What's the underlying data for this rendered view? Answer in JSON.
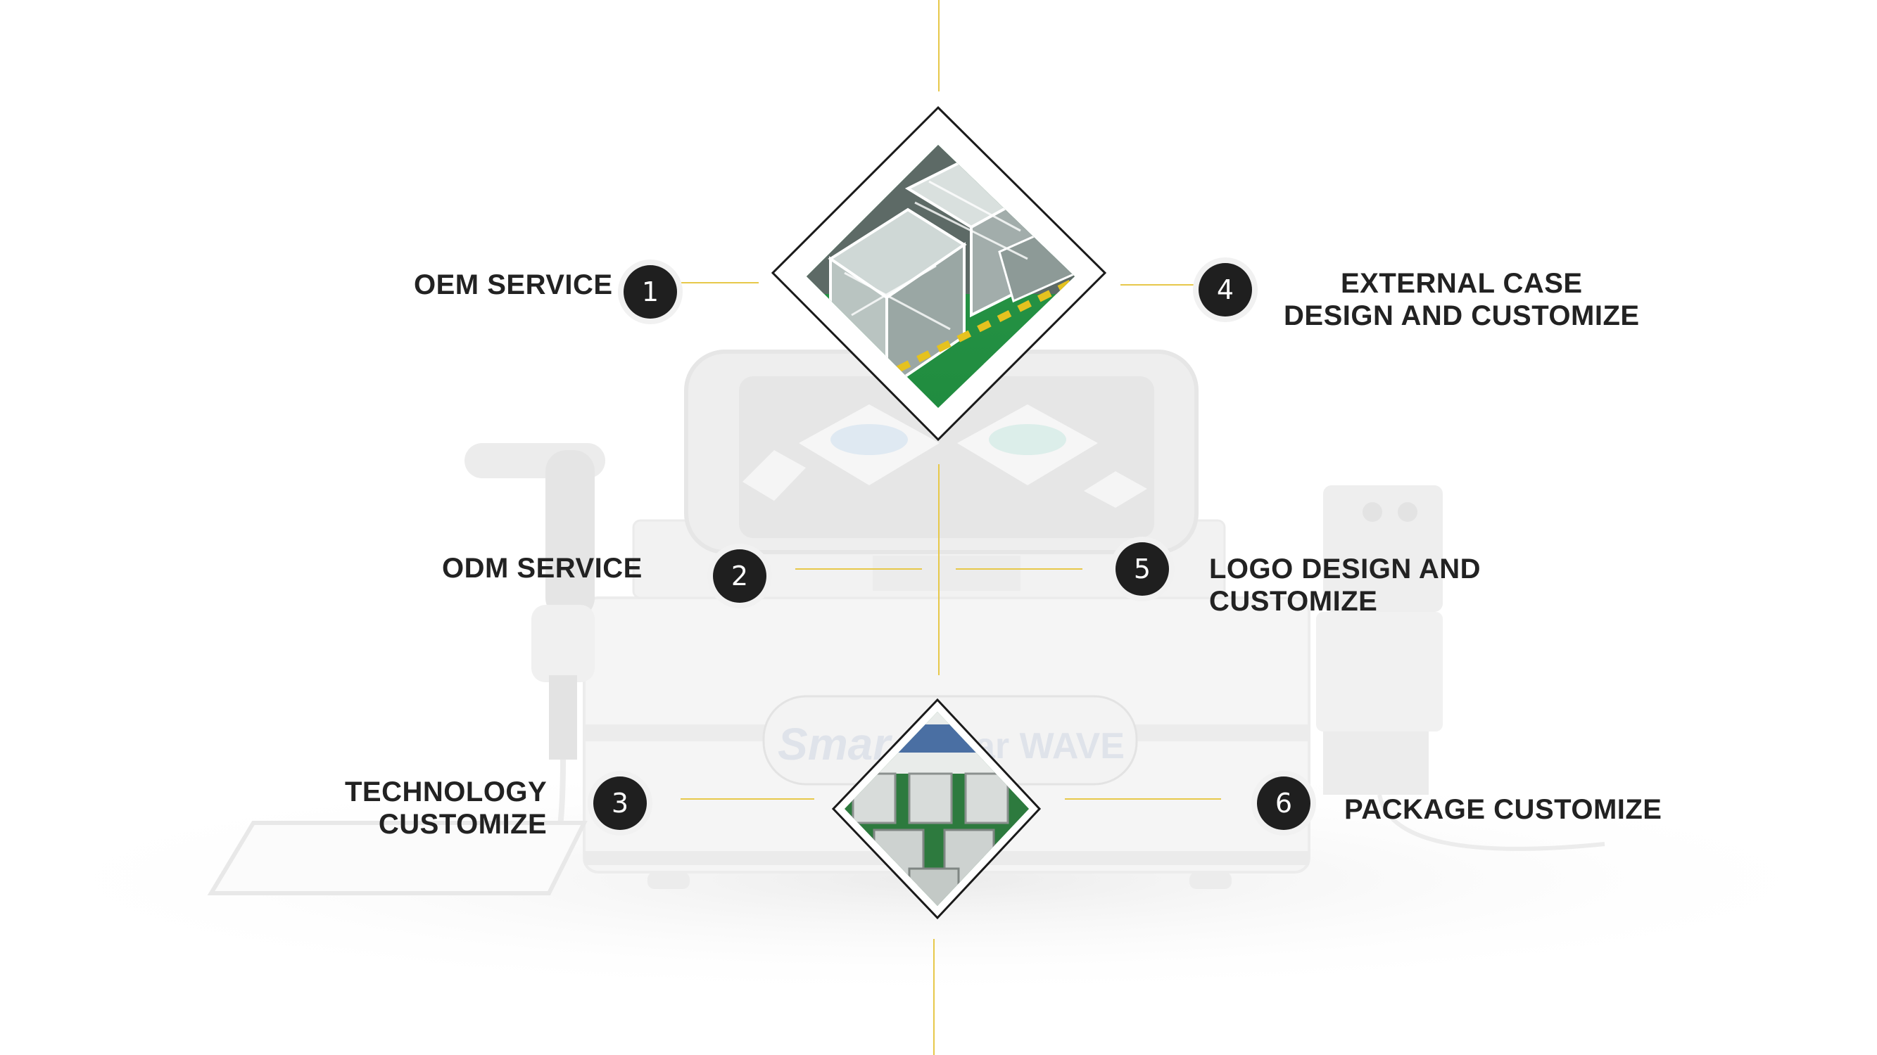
{
  "brand": {
    "logo_text_left": "Smar",
    "logo_text_right": "ar WAVE"
  },
  "colors": {
    "accent_line": "#e7c84a",
    "badge_fill": "#1f1f1f",
    "text": "#222222"
  },
  "services": [
    {
      "number": "1",
      "lines": [
        "OEM SERVICE"
      ]
    },
    {
      "number": "2",
      "lines": [
        "ODM SERVICE"
      ]
    },
    {
      "number": "3",
      "lines": [
        "TECHNOLOGY",
        "CUSTOMIZE"
      ]
    },
    {
      "number": "4",
      "lines": [
        "EXTERNAL CASE",
        "DESIGN AND CUSTOMIZE"
      ]
    },
    {
      "number": "5",
      "lines": [
        "LOGO DESIGN AND",
        "CUSTOMIZE"
      ]
    },
    {
      "number": "6",
      "lines": [
        "PACKAGE CUSTOMIZE"
      ]
    }
  ],
  "images": {
    "top": "packaged-units-photo",
    "bottom": "factory-floor-photo"
  }
}
